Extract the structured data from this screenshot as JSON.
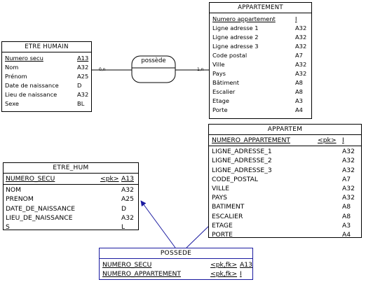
{
  "top": {
    "etre_humain": {
      "title": "ETRE HUMAIN",
      "rows": [
        {
          "name": "Numero secu",
          "type": "A13",
          "pk": true
        },
        {
          "name": "Nom",
          "type": "A32"
        },
        {
          "name": "Prénom",
          "type": "A25"
        },
        {
          "name": "Date de naissance",
          "type": "D"
        },
        {
          "name": "Lieu de naissance",
          "type": "A32"
        },
        {
          "name": "Sexe",
          "type": "BL"
        }
      ]
    },
    "appartement": {
      "title": "APPARTEMENT",
      "rows": [
        {
          "name": "Numero appartement",
          "type": "I",
          "pk": true
        },
        {
          "name": "Ligne adresse 1",
          "type": "A32"
        },
        {
          "name": "Ligne adresse 2",
          "type": "A32"
        },
        {
          "name": "Ligne adresse 3",
          "type": "A32"
        },
        {
          "name": "Code postal",
          "type": "A7"
        },
        {
          "name": "Ville",
          "type": "A32"
        },
        {
          "name": "Pays",
          "type": "A32"
        },
        {
          "name": "Bâtiment",
          "type": "A8"
        },
        {
          "name": "Escalier",
          "type": "A8"
        },
        {
          "name": "Etage",
          "type": "A3"
        },
        {
          "name": "Porte",
          "type": "A4"
        }
      ]
    },
    "relation": {
      "label": "possède",
      "card_left": "0,n",
      "card_right": "1,n"
    }
  },
  "bottom": {
    "etre_hum": {
      "title": "ETRE_HUM",
      "rows": [
        {
          "name": "NUMERO_SECU",
          "key": "<pk>",
          "type": "A13",
          "pk": true
        },
        {
          "name": "NOM",
          "key": "",
          "type": "A32"
        },
        {
          "name": "PRENOM",
          "key": "",
          "type": "A25"
        },
        {
          "name": "DATE_DE_NAISSANCE",
          "key": "",
          "type": "D"
        },
        {
          "name": "LIEU_DE_NAISSANCE",
          "key": "",
          "type": "A32"
        },
        {
          "name": "S",
          "key": "",
          "type": "L"
        }
      ]
    },
    "appartem": {
      "title": "APPARTEM",
      "rows": [
        {
          "name": "NUMERO_APPARTEMENT",
          "key": "<pk>",
          "type": "I",
          "pk": true
        },
        {
          "name": "LIGNE_ADRESSE_1",
          "key": "",
          "type": "A32"
        },
        {
          "name": "LIGNE_ADRESSE_2",
          "key": "",
          "type": "A32"
        },
        {
          "name": "LIGNE_ADRESSE_3",
          "key": "",
          "type": "A32"
        },
        {
          "name": "CODE_POSTAL",
          "key": "",
          "type": "A7"
        },
        {
          "name": "VILLE",
          "key": "",
          "type": "A32"
        },
        {
          "name": "PAYS",
          "key": "",
          "type": "A32"
        },
        {
          "name": "BATIMENT",
          "key": "",
          "type": "A8"
        },
        {
          "name": "ESCALIER",
          "key": "",
          "type": "A8"
        },
        {
          "name": "ETAGE",
          "key": "",
          "type": "A3"
        },
        {
          "name": "PORTE",
          "key": "",
          "type": "A4"
        }
      ]
    },
    "possede": {
      "title": "POSSEDE",
      "rows": [
        {
          "name": "NUMERO_SECU",
          "key": "<pk,fk>",
          "type": "A13",
          "pk": true
        },
        {
          "name": "NUMERO_APPARTEMENT",
          "key": "<pk,fk>",
          "type": "I",
          "pk": true
        }
      ]
    }
  },
  "colors": {
    "border": "#000000",
    "link": "#1a1aa0"
  }
}
